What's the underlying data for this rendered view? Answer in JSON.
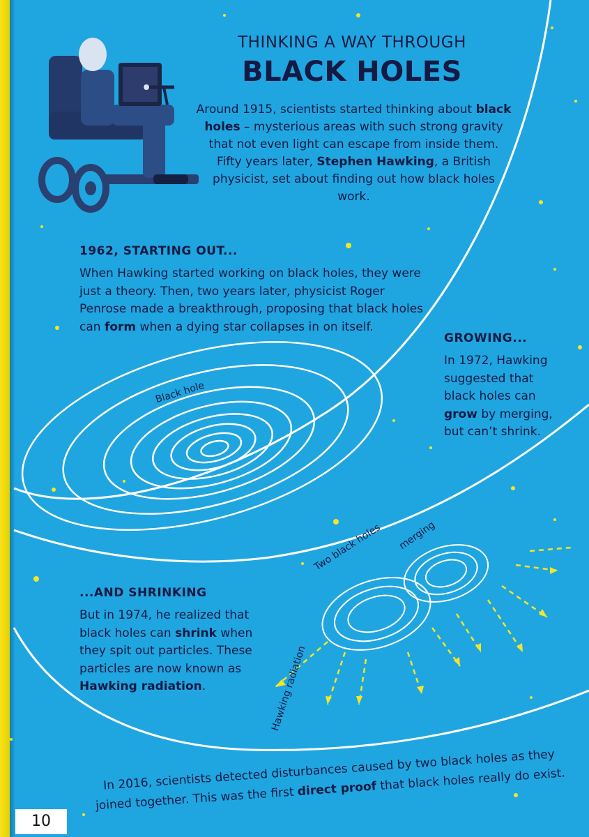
{
  "title": {
    "line1": "THINKING A WAY THROUGH",
    "line2": "BLACK HOLES"
  },
  "intro": {
    "p1": "Around 1915, scientists started thinking about ",
    "b1": "black holes",
    "p2": " – mysterious areas with such strong gravity that not even light can escape from inside them. Fifty years later, ",
    "b2": "Stephen Hawking",
    "p3": ", a British physicist, set about finding out how black holes work."
  },
  "section1": {
    "heading": "1962, STARTING OUT...",
    "p1": "When Hawking started working on black holes, they were just a theory. Then, two years later, physicist Roger Penrose made a breakthrough, proposing that black holes can ",
    "b1": "form",
    "p2": " when a dying star collapses in on itself."
  },
  "section2": {
    "heading": "GROWING...",
    "p1": "In 1972, Hawking suggested that black holes can ",
    "b1": "grow",
    "p2": " by merging, but can’t shrink."
  },
  "section3": {
    "heading": "...AND SHRINKING",
    "p1": "But in 1974, he realized that black holes can ",
    "b1": "shrink",
    "p2": " when they spit out particles. These particles are now known as ",
    "b2": "Hawking radiation",
    "p3": "."
  },
  "labels": {
    "black_hole": "Black hole",
    "two_black_holes": "Two black holes",
    "merging": "merging",
    "hawking_radiation": "Hawking radiation"
  },
  "closing": {
    "p1": "In 2016, scientists detected disturbances caused by two black holes as they joined together. This was the first ",
    "b1": "direct proof",
    "p2": " that black holes really do exist."
  },
  "page_number": "10",
  "colors": {
    "background": "#1fa6e0",
    "ink": "#141a44",
    "arrow": "#f5e52a",
    "line": "#ffffff"
  }
}
